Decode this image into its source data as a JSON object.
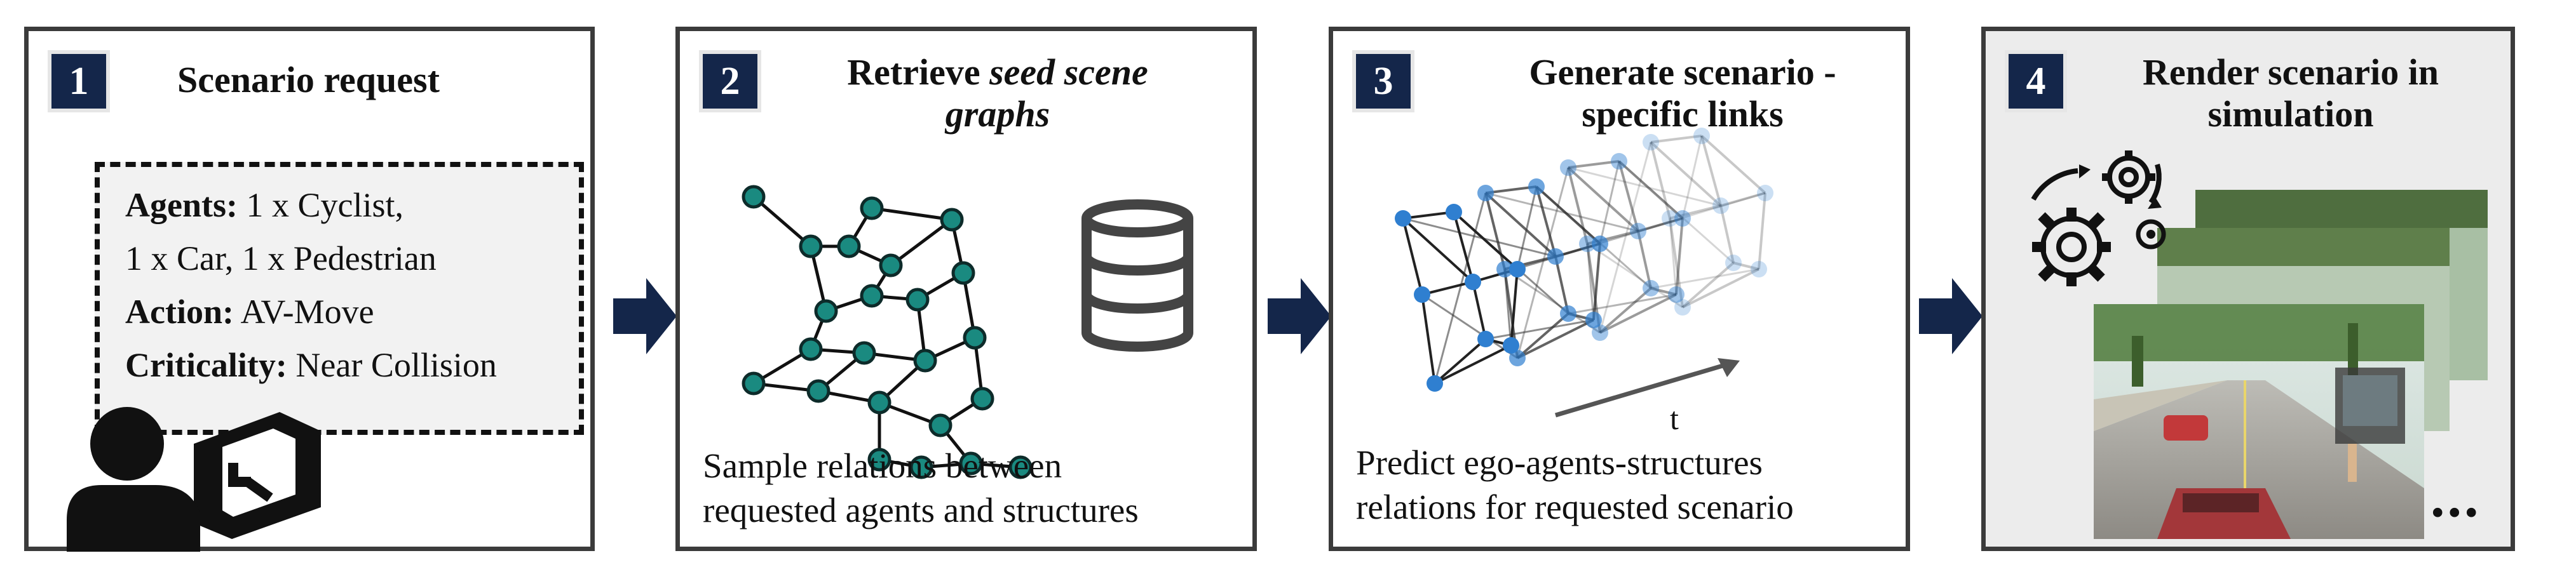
{
  "colors": {
    "step_badge": "#14264a",
    "arrow": "#14264a",
    "graph_node": "#1a8a80",
    "graph_node_border": "#0d2b2a",
    "link_node_blue": "#2f7fd0"
  },
  "panels": [
    {
      "number": "1",
      "title": "Scenario request",
      "request": [
        {
          "label": "Agents:",
          "text": " 1 x Cyclist,"
        },
        {
          "label": "",
          "text": "1 x Car, 1 x Pedestrian"
        },
        {
          "label": "Action:",
          "text": " AV-Move"
        },
        {
          "label": "Criticality:",
          "text": " Near Collision"
        }
      ],
      "icon": "person-with-speech-bubble-icon"
    },
    {
      "number": "2",
      "title_plain": "Retrieve ",
      "title_italic": "seed scene graphs",
      "caption_lines": [
        "Sample relations between",
        "requested agents and structures"
      ],
      "icons": [
        "scene-graph-icon",
        "database-icon"
      ]
    },
    {
      "number": "3",
      "title_lines": [
        "Generate scenario -",
        "specific links"
      ],
      "time_label": "t",
      "caption_lines": [
        "Predict ego-agents-structures",
        "relations for requested scenario"
      ]
    },
    {
      "number": "4",
      "title_lines": [
        "Render scenario in",
        "simulation"
      ],
      "ellipsis": "...",
      "icons": [
        "gears-icon",
        "simulation-frames-image"
      ]
    }
  ]
}
